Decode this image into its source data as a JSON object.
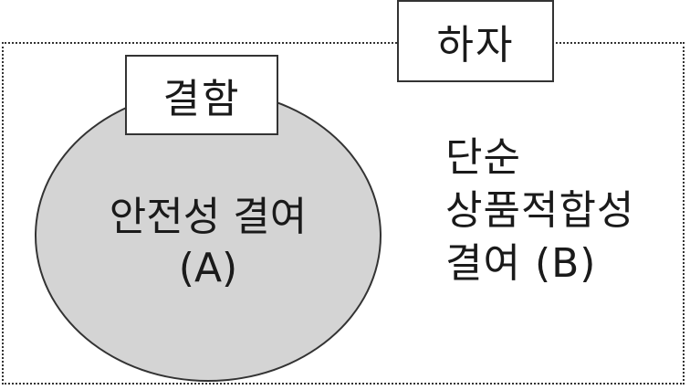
{
  "diagram": {
    "outer_label": "하자",
    "inner_label": "결함",
    "inner_text_line1": "안전성 결여",
    "inner_text_line2": "(A)",
    "outer_text_line1": "단순",
    "outer_text_line2": "상품적합성",
    "outer_text_line3": "결여 (B)"
  }
}
